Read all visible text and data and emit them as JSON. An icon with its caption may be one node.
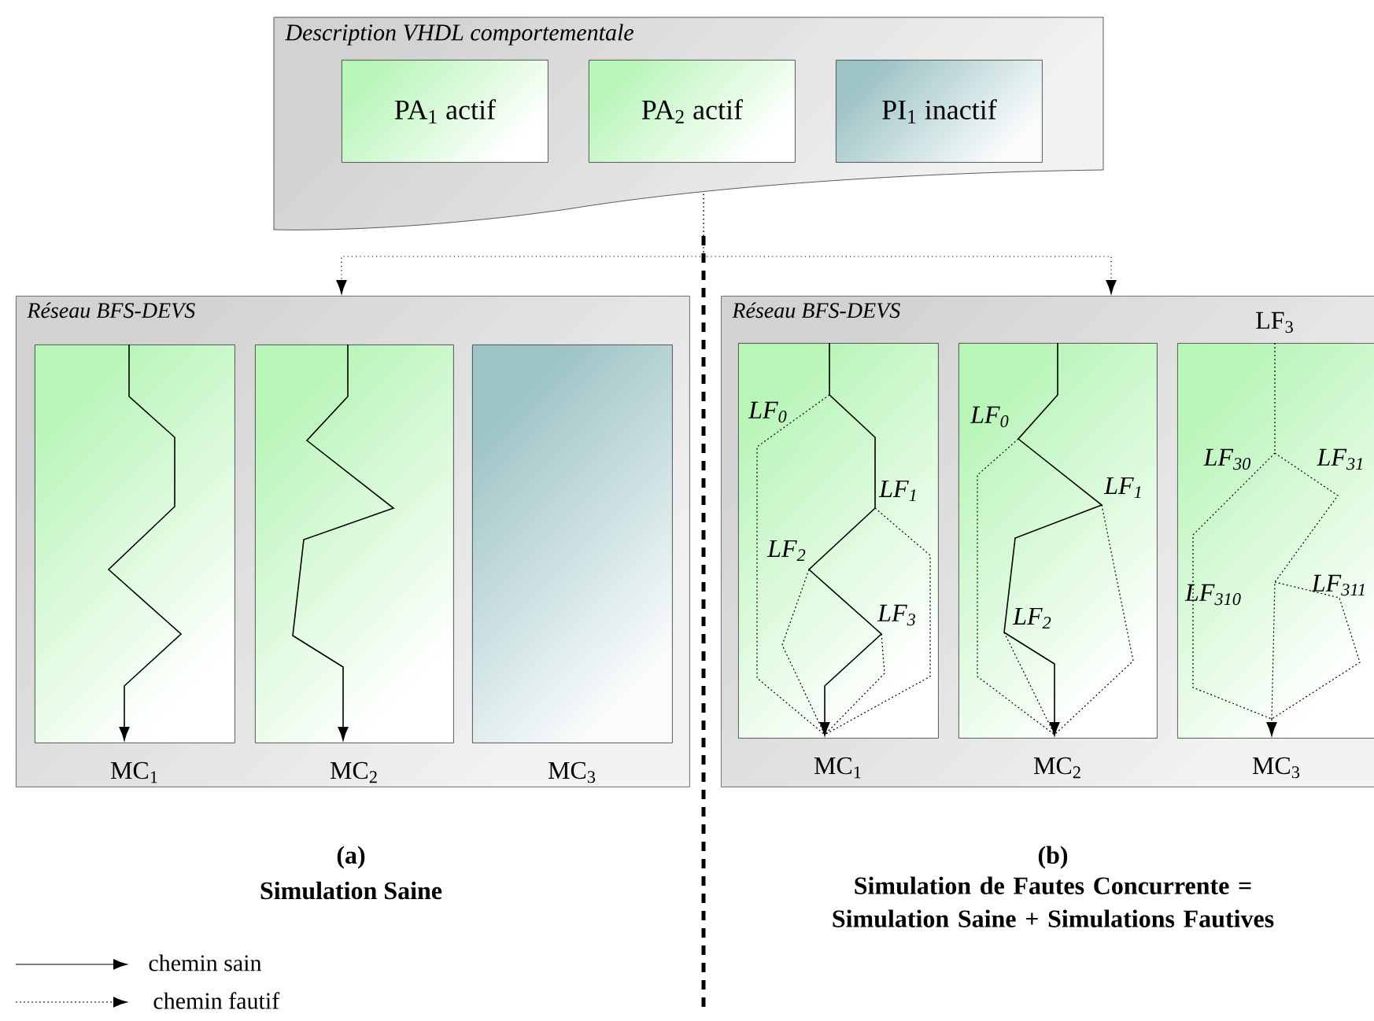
{
  "diagram": {
    "nodes": [
      {
        "text": [
          "Description VHDL comportementale"
        ]
      },
      {
        "text": [
          "PA$_{1}$ actif"
        ],
        "in": 0
      },
      {
        "text": [
          "PA$_{2}$ actif"
        ],
        "in": 0
      },
      {
        "text": [
          "PI$_{1}$ inactif"
        ],
        "in": 0
      },
      {
        "text": [
          "Réseau BFS-DEVS"
        ]
      },
      {
        "text": [],
        "shape": "box",
        "in": 4,
        "beside": [
          "MC$_{1}$"
        ]
      },
      {
        "text": [],
        "shape": "box",
        "in": 4,
        "beside": [
          "MC$_{2}$"
        ]
      },
      {
        "text": [],
        "shape": "box",
        "in": 4,
        "beside": [
          "MC$_{3}$"
        ]
      },
      {
        "text": [
          "Réseau BFS-DEVS"
        ]
      },
      {
        "text": [],
        "shape": "box",
        "in": 8,
        "beside": [
          "MC$_{1}$"
        ]
      },
      {
        "text": [],
        "shape": "box",
        "in": 8,
        "beside": [
          "MC$_{2}$"
        ]
      },
      {
        "text": [],
        "shape": "box",
        "in": 8,
        "beside": [
          "MC$_{3}$"
        ]
      }
    ],
    "edges": [
      {
        "from": 0,
        "to": 4,
        "arrow": "to",
        "style": "dashed"
      },
      {
        "from": 0,
        "to": 8,
        "arrow": "to",
        "style": "dashed"
      }
    ],
    "labels": [
      "LF$_{0}$",
      "LF$_{1}$",
      "LF$_{2}$",
      "LF$_{3}$",
      "LF$_{0}$",
      "LF$_{1}$",
      "LF$_{2}$",
      "LF$_{3}$",
      "LF$_{30}$",
      "LF$_{31}$",
      "LF$_{310}$",
      "LF$_{311}$",
      "(a)",
      "Simulation Saine",
      "(b)",
      "Simulation de Fautes Concurrente = Simulation Saine + Simulations Fautives"
    ],
    "legend": [
      {
        "text": "chemin sain"
      },
      {
        "text": "chemin fautif"
      }
    ]
  }
}
